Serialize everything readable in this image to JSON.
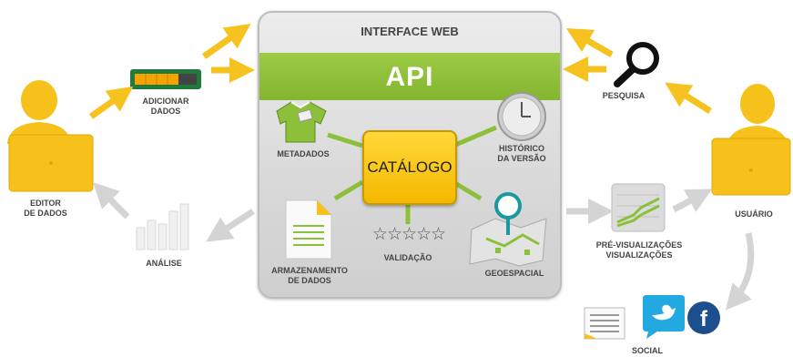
{
  "center": {
    "title": "INTERFACE WEB",
    "api": "API",
    "catalog": "CATÁLOGO",
    "metadata": "METADADOS",
    "history": [
      "HISTÓRICO",
      "DA VERSÃO"
    ],
    "storage": [
      "ARMAZENAMENTO",
      "DE DADOS"
    ],
    "validation": "VALIDAÇÃO",
    "geospatial": "GEOESPACIAL"
  },
  "left": {
    "add_data": [
      "ADICIONAR",
      "DADOS"
    ],
    "editor": [
      "EDITOR",
      "DE DADOS"
    ],
    "analysis": "ANÁLISE"
  },
  "right": {
    "search": "PESQUISA",
    "user": "USUÁRIO",
    "previews": [
      "PRÉ-VISUALIZAÇÕES",
      "VISUALIZAÇÕES"
    ],
    "social": "SOCIAL"
  },
  "stars": "☆☆☆☆☆",
  "colors": {
    "api_green": "#8dc03a",
    "catalog_yellow": "#f7c31b",
    "person_yellow": "#f5c11a",
    "arrow_yellow": "#f6c21f",
    "arrow_gray": "#d4d4d4"
  }
}
